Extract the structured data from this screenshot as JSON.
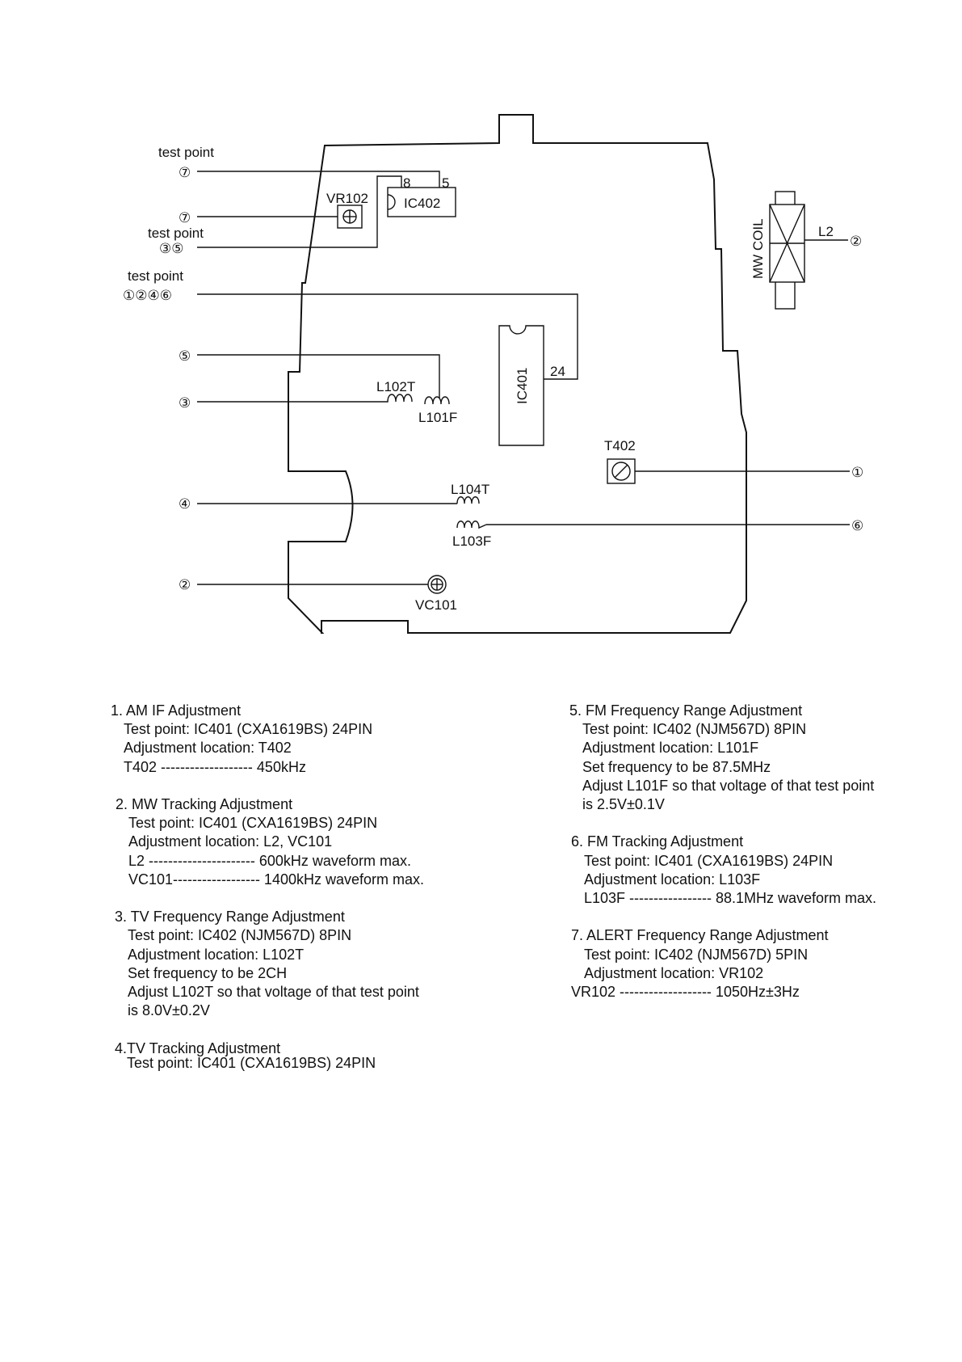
{
  "diagram": {
    "test_point_label": "test point",
    "vr102": "VR102",
    "ic402": "IC402",
    "ic402_pin8": "8",
    "ic402_pin5": "5",
    "ic401": "IC401",
    "ic401_pin24": "24",
    "l102t": "L102T",
    "l101f": "L101F",
    "l104t": "L104T",
    "l103f": "L103F",
    "t402": "T402",
    "vc101": "VC101",
    "mw_coil": "MW COIL",
    "l2": "L2",
    "tp_group_7a": "⑦",
    "tp_group_7b": "⑦",
    "tp_group_35": "③⑤",
    "tp_group_1246": "①②④⑥",
    "left_5": "⑤",
    "left_3": "③",
    "left_4": "④",
    "left_2": "②",
    "right_1": "①",
    "right_6": "⑥",
    "right_2": "②"
  },
  "instructions": {
    "left": [
      {
        "title": "1. AM IF Adjustment",
        "lines": [
          "Test point: IC401 (CXA1619BS) 24PIN",
          "Adjustment location: T402",
          "T402 ------------------- 450kHz"
        ]
      },
      {
        "title": "2. MW Tracking Adjustment",
        "lines": [
          "Test point: IC401 (CXA1619BS) 24PIN",
          "Adjustment location: L2, VC101",
          "L2 ---------------------- 600kHz waveform max.",
          "VC101------------------ 1400kHz waveform max."
        ]
      },
      {
        "title": "3. TV Frequency Range Adjustment",
        "lines": [
          "Test point: IC402 (NJM567D) 8PIN",
          "Adjustment location: L102T",
          "Set frequency to be 2CH",
          "Adjust L102T so that voltage of that test point",
          "is 8.0V±0.2V"
        ]
      },
      {
        "title": "4.TV Tracking Adjustment",
        "lines": []
      }
    ],
    "cut_line": "Test point: IC401 (CXA1619BS) 24PIN",
    "right": [
      {
        "title": "5. FM Frequency Range Adjustment",
        "lines": [
          "Test point: IC402 (NJM567D) 8PIN",
          "Adjustment location: L101F",
          "Set frequency to be 87.5MHz",
          "Adjust L101F so that voltage of that test point",
          "is 2.5V±0.1V"
        ]
      },
      {
        "title": "6. FM Tracking Adjustment",
        "lines": [
          "Test point: IC401 (CXA1619BS) 24PIN",
          "Adjustment location: L103F",
          "L103F ----------------- 88.1MHz waveform max."
        ]
      },
      {
        "title": "7. ALERT Frequency Range Adjustment",
        "lines": [
          "Test point: IC402 (NJM567D) 5PIN",
          "Adjustment location: VR102",
          "VR102 ------------------- 1050Hz±3Hz"
        ]
      }
    ]
  }
}
